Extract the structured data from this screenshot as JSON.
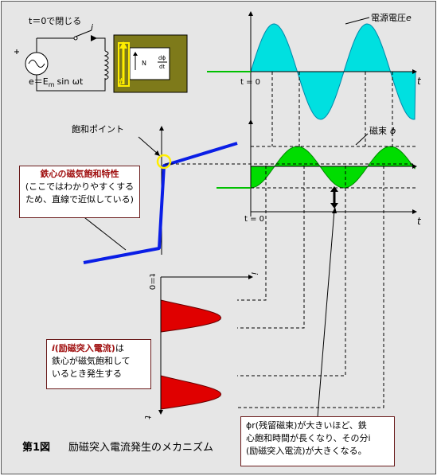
{
  "colors": {
    "background": "#e6e6e6",
    "voltage": "#00e0e0",
    "flux": "#00dd00",
    "current": "#e00000",
    "saturation_line": "#0a1ee6",
    "core": "#7e7a1a",
    "highlight": "#ffee00",
    "label_red": "#a01010"
  },
  "circuit": {
    "switch_label": "t＝0で閉じる",
    "current_label": "i",
    "source_label": "e＝E",
    "source_sub": "m",
    "source_tail": "sin ωt",
    "core_label_n": "N",
    "core_label_dphi": "dϕ",
    "core_label_dt": "dt",
    "phi_label": "ϕ"
  },
  "voltage_chart": {
    "title": "電源電圧",
    "title_var": "e",
    "t_label": "t",
    "t0_label": "t = 0"
  },
  "flux_chart": {
    "title": "磁束",
    "title_var": "ϕ",
    "t_label": "t",
    "t0_label": "t = 0"
  },
  "saturation": {
    "point_label": "飽和ポイント",
    "box_title": "鉄心の磁気飽和特性",
    "box_line1": "(ここではわかりやすくする",
    "box_line2": "ため、直線で近似している)"
  },
  "current_chart": {
    "t0_label": "t＝0",
    "i_label": "i",
    "t_label": "t",
    "box_i": "i",
    "box_title": "(励磁突入電流)",
    "box_line1": "は",
    "box_line2": "鉄心が磁気飽和して",
    "box_line3": "いるとき発生する"
  },
  "note": {
    "line1": "ϕr(残留磁束)が大きいほど、鉄",
    "line2": "心飽和時間が長くなり、その分i",
    "line3": "(励磁突入電流)が大きくなる。"
  },
  "caption": {
    "figure": "第1図",
    "text": "励磁突入電流発生のメカニズム"
  }
}
